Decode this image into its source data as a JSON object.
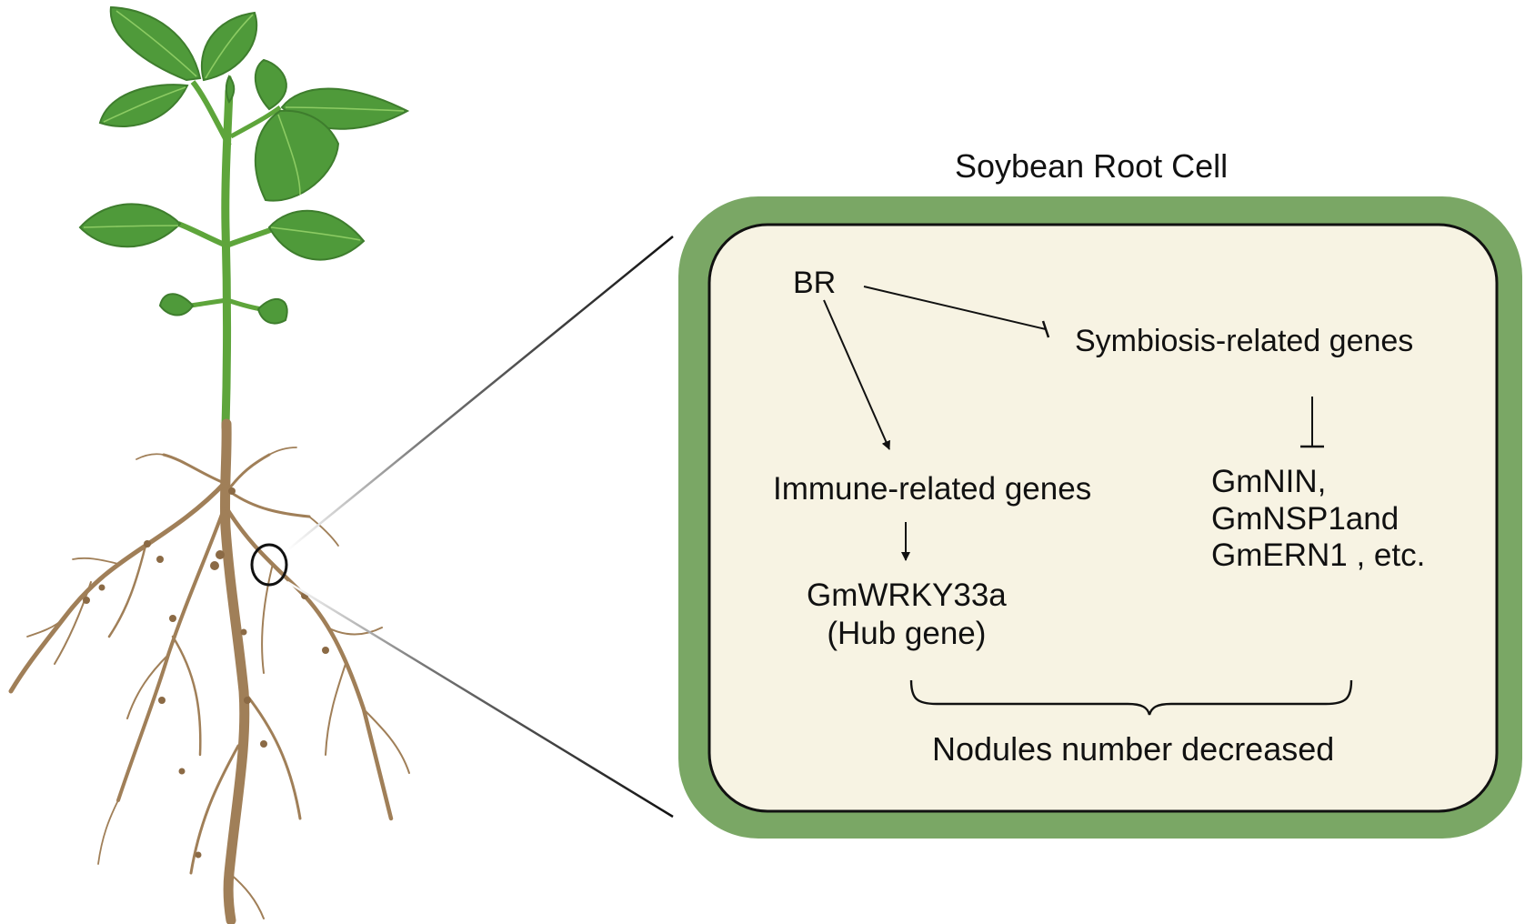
{
  "figure": {
    "cell_title": "Soybean Root Cell",
    "nodes": {
      "br": "BR",
      "symbiosis_genes": "Symbiosis-related genes",
      "immune_genes": "Immune-related genes",
      "hub_gene_line1": "GmWRKY33a",
      "hub_gene_line2": "(Hub gene)",
      "targets_line1": "GmNIN,",
      "targets_line2": "GmNSP1and",
      "targets_line3": "GmERN1 , etc.",
      "outcome": "Nodules number decreased"
    },
    "edges": [
      {
        "from": "br",
        "to": "symbiosis_genes",
        "type": "inhibits"
      },
      {
        "from": "br",
        "to": "immune_genes",
        "type": "activates"
      },
      {
        "from": "immune_genes",
        "to": "hub_gene",
        "type": "activates"
      },
      {
        "from": "symbiosis_genes",
        "to": "targets",
        "type": "inhibits"
      }
    ],
    "colors": {
      "cell_wall": "#7aa765",
      "cytoplasm": "#f7f3e3",
      "leaf": "#4f9a3a",
      "leaf_vein": "#8ccb63",
      "stem": "#5ea53b",
      "root": "#a07f58",
      "nodule": "#8b6a45",
      "ink": "#111111"
    },
    "illustration": "soybean-plant-with-roots-and-nodules"
  }
}
